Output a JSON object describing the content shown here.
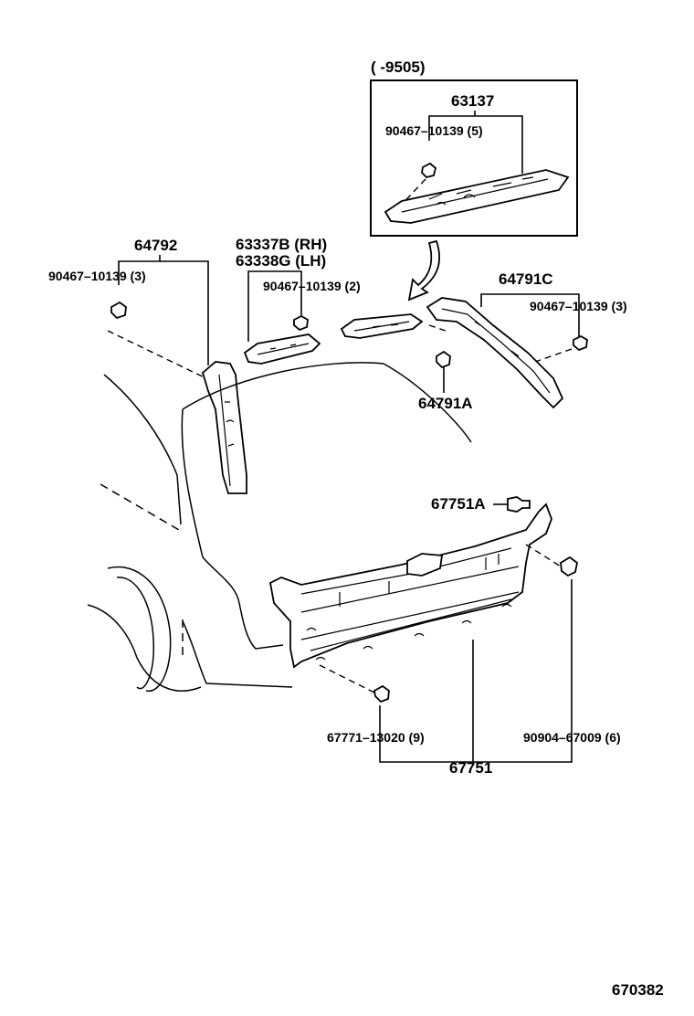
{
  "diagram_code": "670382",
  "inset": {
    "range_label": "(        -9505)",
    "part": "63137",
    "clip": "90467–10139 (5)"
  },
  "labels": {
    "p64792": "64792",
    "p64792_clip": "90467–10139 (3)",
    "p63337b": "63337B (RH)",
    "p63338g": "63338G (LH)",
    "p6333x_clip": "90467–10139 (2)",
    "p64791c": "64791C",
    "p64791c_clip": "90467–10139 (3)",
    "p64791a": "64791A",
    "p67751a": "67751A",
    "p67771": "67771–13020 (9)",
    "p90904": "90904–67009 (6)",
    "p67751": "67751"
  }
}
